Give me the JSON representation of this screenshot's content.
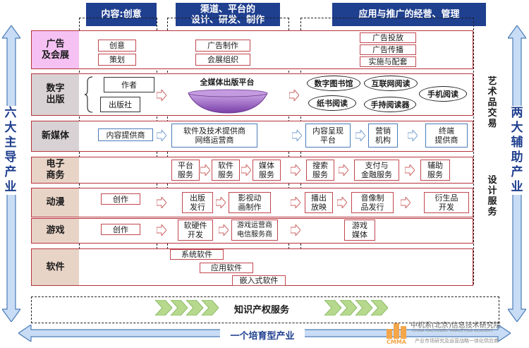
{
  "headers": {
    "content": "内容:创意",
    "channel": "渠道、平台的\n设计、研发、制作",
    "application": "应用与推广的经营、管理"
  },
  "left_title": "六大主导产业",
  "right_title": "两大辅助产业",
  "aux": {
    "art": "艺术品交易",
    "design": "设计服务"
  },
  "rows": {
    "ads": {
      "label": "广告\n及会展",
      "c1": [
        "创意",
        "策划"
      ],
      "c2": [
        "广告制作",
        "会展组织"
      ],
      "c3": [
        "广告投放",
        "广告传播",
        "实施与配套"
      ]
    },
    "digital": {
      "label": "数字\n出版",
      "c1": [
        "作者",
        "出版社"
      ],
      "platform": "全媒体出版平台",
      "ovals": [
        "数字图书馆",
        "互联网阅读",
        "手机阅读",
        "纸书阅读",
        "手持阅读器"
      ]
    },
    "newmedia": {
      "label": "新媒体",
      "c1": "内容提供商",
      "c2": "软件及技术提供商\n网络运营商",
      "c3": [
        "内容呈现\n平台",
        "营销\n机构",
        "终端\n提供商"
      ]
    },
    "ecommerce": {
      "label": "电子\n商务",
      "c2": [
        "平台\n服务",
        "软件\n服务",
        "媒体\n服务"
      ],
      "c3": [
        "搜索\n服务",
        "支付与\n金融服务",
        "辅助\n服务"
      ]
    },
    "animation": {
      "label": "动漫",
      "c1": "创作",
      "c2": [
        "出版\n发行",
        "影视动\n画制作"
      ],
      "c3": [
        "播出\n放映",
        "音像制\n品发行",
        "衍生品\n开发"
      ]
    },
    "games": {
      "label": "游戏",
      "c1": "创作",
      "c2": [
        "软硬件\n开发",
        "游戏运营商\n电信服务商"
      ],
      "c3": "游戏\n媒体"
    },
    "software": {
      "label": "软件",
      "c2": [
        "系统软件",
        "应用软件",
        "嵌入式软件"
      ]
    }
  },
  "ip_service": "知识产权服务",
  "incubation": "一个培育型产业",
  "watermark": {
    "title": "中机系(北京)信息技术研究院",
    "en": "CHINA MACHINERY MARKETING ACADEMY",
    "tagline": "产业市场研究及运营战略一体化供应商",
    "logo": "CMMA"
  },
  "colors": {
    "header": "#1f3f8f",
    "pink": "#f5c1f3",
    "gray": "#d9d2d4",
    "tan": "#e8d4c6",
    "row_border": "#b7333d",
    "arrow": "#a8c8f0"
  }
}
